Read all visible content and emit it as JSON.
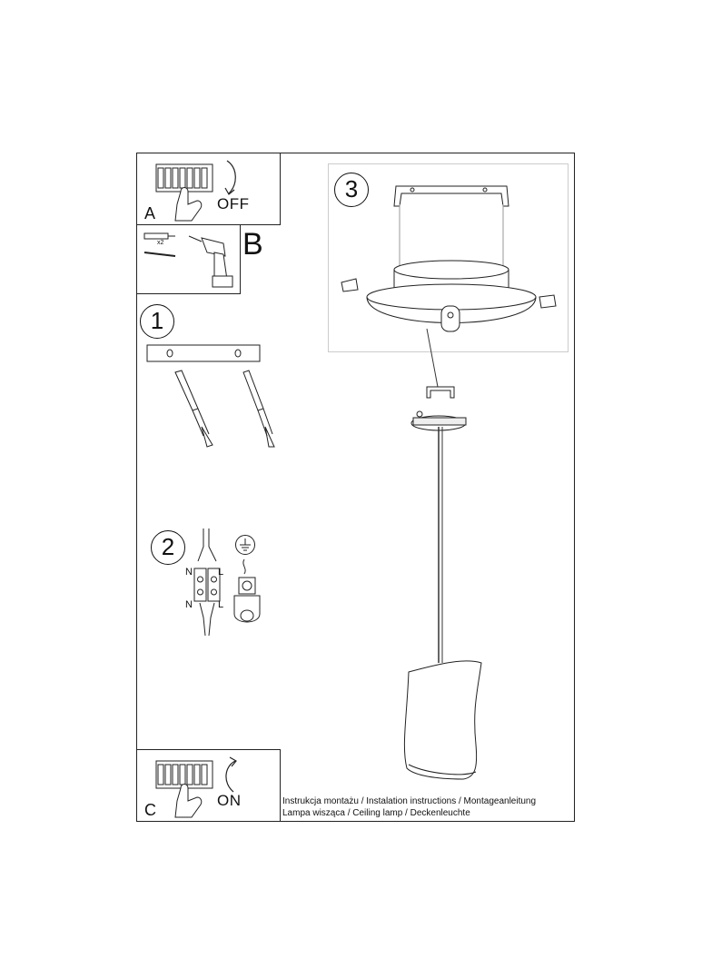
{
  "steps": {
    "a": {
      "letter": "A",
      "word": "OFF"
    },
    "b": {
      "letter": "B",
      "count": "x2"
    },
    "c": {
      "letter": "C",
      "word": "ON"
    },
    "numbers": [
      "1",
      "2",
      "3"
    ],
    "terminal_labels": {
      "n_top": "N",
      "l_top": "L",
      "n_bottom": "N",
      "l_bottom": "L"
    }
  },
  "footer": {
    "line1": "Instrukcja montażu / Instalation instructions / Montageanleitung",
    "line2": "Lampa wisząca / Ceiling lamp / Deckenleuchte"
  }
}
